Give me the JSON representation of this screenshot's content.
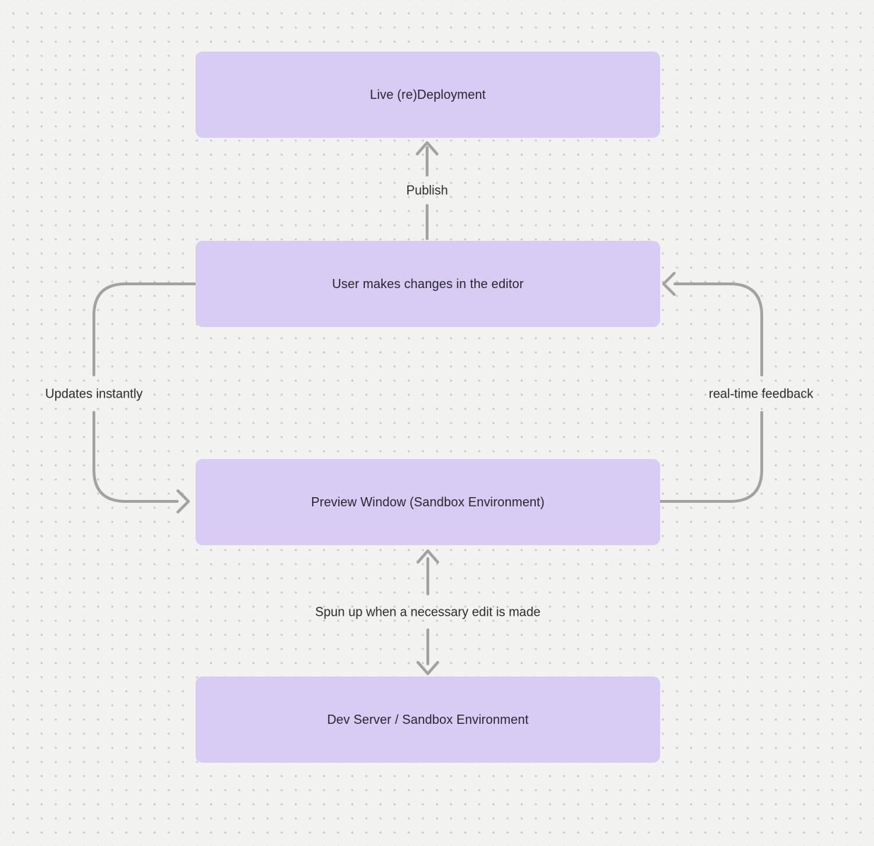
{
  "diagram": {
    "title": "editor deployment flow",
    "nodes": [
      {
        "id": "live-redeployment",
        "label": "Live (re)Deployment"
      },
      {
        "id": "user-changes",
        "label": "User makes changes in the editor"
      },
      {
        "id": "preview-window",
        "label": "Preview Window (Sandbox Environment)"
      },
      {
        "id": "dev-server",
        "label": "Dev Server / Sandbox Environment"
      }
    ],
    "edges": [
      {
        "id": "publish",
        "label": "Publish",
        "from": "user-changes",
        "to": "live-redeployment",
        "direction": "up"
      },
      {
        "id": "updates-instantly",
        "label": "Updates instantly",
        "from": "user-changes",
        "to": "preview-window",
        "direction": "left-loop"
      },
      {
        "id": "real-time-feedback",
        "label": "real-time feedback",
        "from": "preview-window",
        "to": "user-changes",
        "direction": "right-loop"
      },
      {
        "id": "spun-up",
        "label": "Spun up when a necessary edit is made",
        "from": "preview-window",
        "to": "dev-server",
        "direction": "bidirectional"
      }
    ],
    "colors": {
      "background": "#f2f2f1",
      "dot": "#c7c7c5",
      "node_fill": "#d8cbf4",
      "node_text": "#26262b",
      "line": "#a2a2a1",
      "label_text": "#2b2b2e"
    }
  }
}
